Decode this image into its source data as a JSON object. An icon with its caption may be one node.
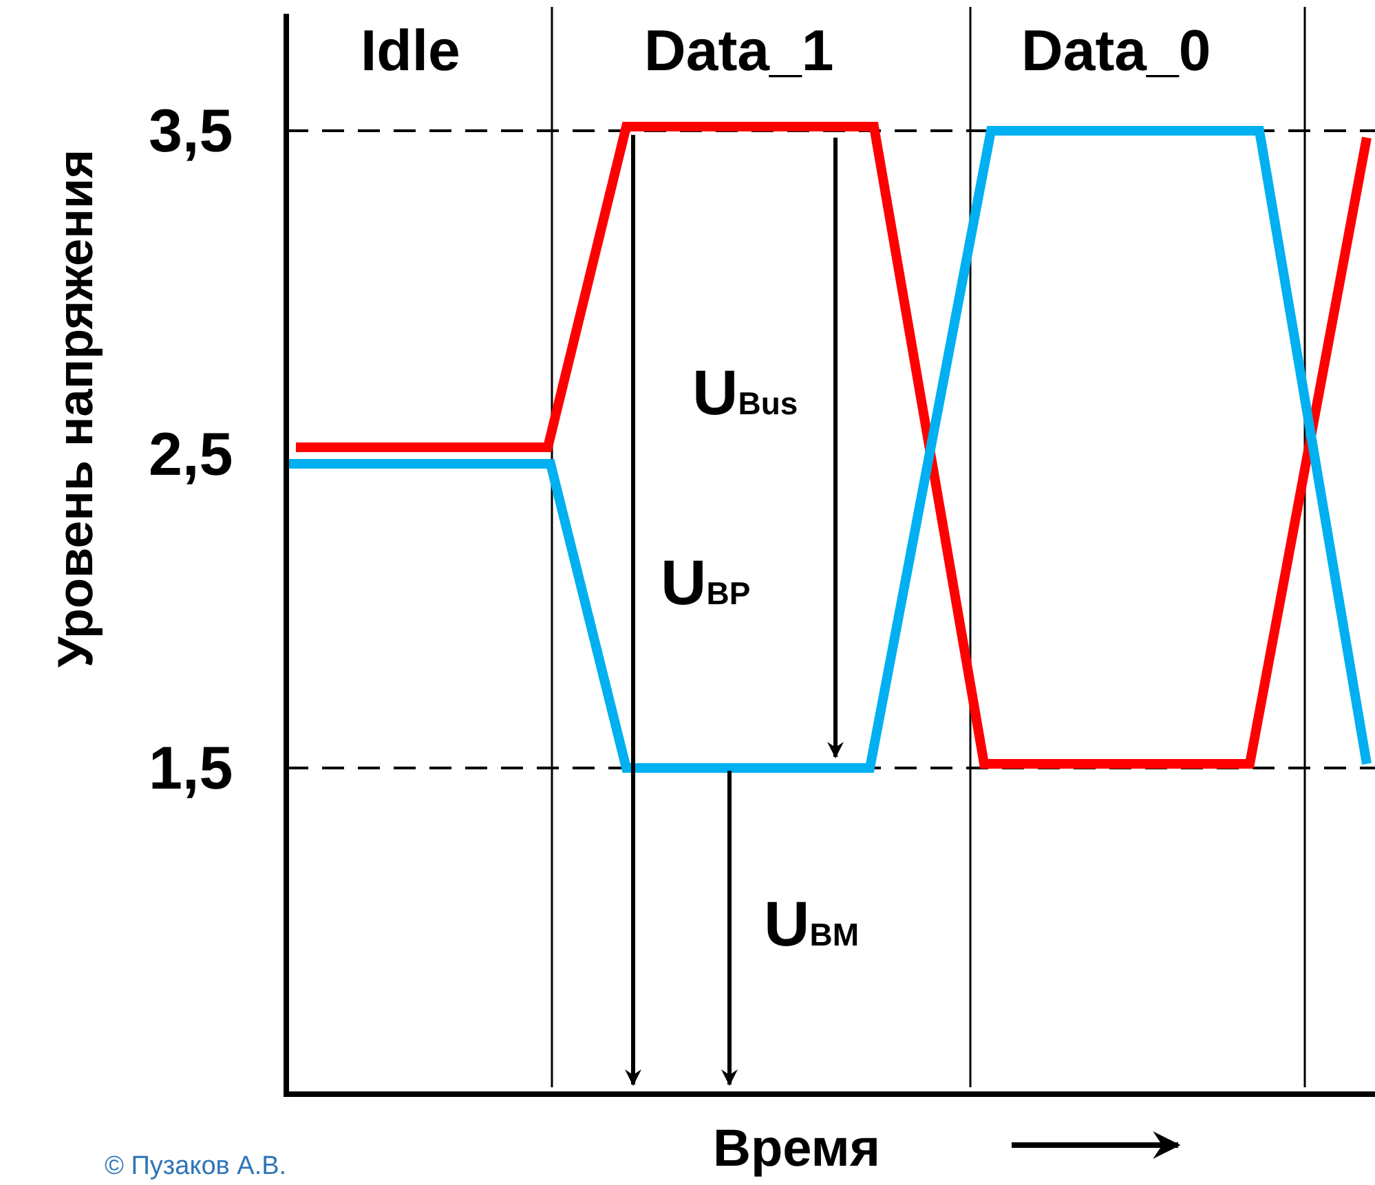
{
  "diagram": {
    "labels": [
      "Idle",
      "Data_1",
      "Data_0",
      "3,5",
      "2,5",
      "1,5",
      "Уровень напряжения",
      "U$_{Bus}$",
      "U$_{BP}$",
      "U$_{BM}$",
      "Время",
      "© Пузаков А.В."
    ]
  }
}
